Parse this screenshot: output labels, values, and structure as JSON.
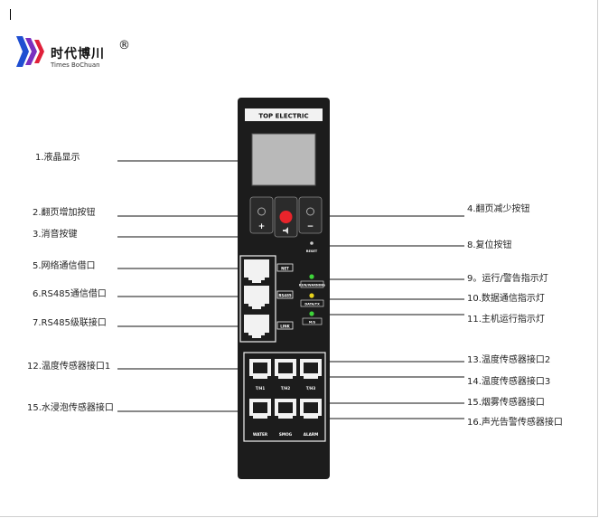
{
  "brand": {
    "name_cn": "时代博川",
    "name_en": "Times BoChuan",
    "registered_mark": "®"
  },
  "device": {
    "title": "TOP ELECTRIC",
    "panel_labels": {
      "net": "NET",
      "rs485": "RS485",
      "link": "LINK",
      "reset": "RESET",
      "run_warning": "RUN/WARNING",
      "data": "DATA/TX",
      "m_s": "M/S",
      "th1": "T/H1",
      "th2": "T/H2",
      "th3": "T/H3",
      "water": "WATER",
      "smog": "SMOG",
      "alarm": "ALARM",
      "plus": "+",
      "minus": "−"
    }
  },
  "callouts": {
    "left": [
      "1.液晶显示",
      "2.翻页增加按钮",
      "3.消音按键",
      "5.网络通信借口",
      "6.RS485通信借口",
      "7.RS485级联接口",
      "12.温度传感器接口1",
      "15.水浸泡传感器接口"
    ],
    "right": [
      "4.翻页减少按钮",
      "8.复位按钮",
      "9。运行/警告指示灯",
      "10.数据通信指示灯",
      "11.主机运行指示灯",
      "13.温度传感器接口2",
      "14.温度传感器接口3",
      "15.烟雾传感器接口",
      "16.声光告警传感器接口"
    ]
  },
  "colors": {
    "panel": "#1c1c1c",
    "button_red": "#e8242b",
    "led_green": "#3ed43a",
    "led_yellow": "#e8d21c",
    "lcd": "#b9b9b9",
    "logo_blue": "#1f4fd1",
    "logo_purple": "#7b2fbf",
    "logo_red": "#e0203a"
  }
}
